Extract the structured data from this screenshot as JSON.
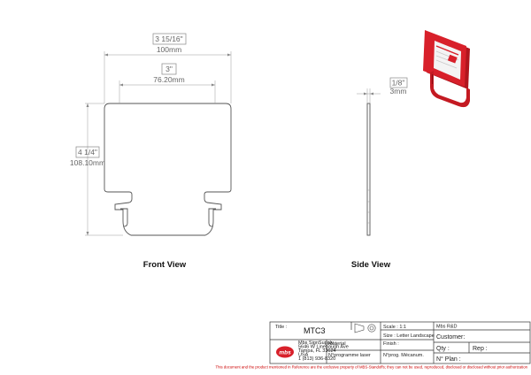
{
  "front_view": {
    "label": "Front View",
    "width_in": "3 15/16\"",
    "width_mm": "100mm",
    "inner_in": "3\"",
    "inner_mm": "76.20mm",
    "height_in": "4 1/4\"",
    "height_mm": "108.10mm"
  },
  "side_view": {
    "label": "Side View",
    "thick_in": "1/8\"",
    "thick_mm": "3mm"
  },
  "title_block": {
    "title_label": "Title :",
    "title_value": "MTC3",
    "scale": "Scale : 1:1",
    "size": "Size : Letter Landscape",
    "material": "Material",
    "finish": "Finish :",
    "program_laser": "N°programme laser",
    "program_mecanum": "N°prog. Mécanum.",
    "company_lines": [
      "Mbs SignSupply",
      "5646 W Linebaugh Ave",
      "Tampa, FL 33624",
      "USA",
      "1 (813) 936-8320"
    ],
    "client": "Mbs R&D",
    "customer": "Customer:",
    "qty": "Qty :",
    "rep": "Rep :",
    "plan": "N° Plan :"
  },
  "footer_note": "This document and the product mentioned in Reference are the exclusive property of MBS-Standoffs; they can not be used, reproduced, disclosed or disclosed without prior authorization",
  "colors": {
    "accent_red": "#d8202a",
    "note_red": "#cc0000"
  }
}
